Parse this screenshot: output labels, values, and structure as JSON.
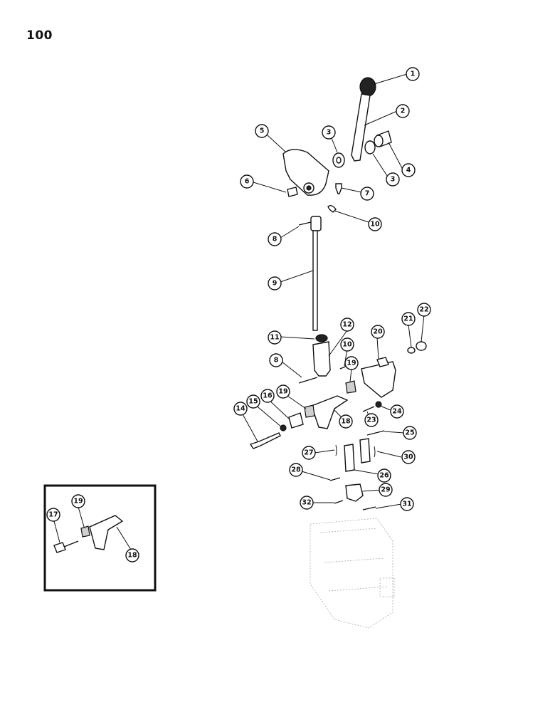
{
  "page": {
    "number": "100"
  },
  "callouts": [
    {
      "id": "c1",
      "label": "1"
    },
    {
      "id": "c2",
      "label": "2"
    },
    {
      "id": "c3a",
      "label": "3"
    },
    {
      "id": "c3b",
      "label": "3"
    },
    {
      "id": "c4",
      "label": "4"
    },
    {
      "id": "c5",
      "label": "5"
    },
    {
      "id": "c6",
      "label": "6"
    },
    {
      "id": "c7",
      "label": "7"
    },
    {
      "id": "c8a",
      "label": "8"
    },
    {
      "id": "c8b",
      "label": "8"
    },
    {
      "id": "c9",
      "label": "9"
    },
    {
      "id": "c10a",
      "label": "10"
    },
    {
      "id": "c10b",
      "label": "10"
    },
    {
      "id": "c11",
      "label": "11"
    },
    {
      "id": "c12",
      "label": "12"
    },
    {
      "id": "c14",
      "label": "14"
    },
    {
      "id": "c15",
      "label": "15"
    },
    {
      "id": "c16",
      "label": "16"
    },
    {
      "id": "c17",
      "label": "17"
    },
    {
      "id": "c18a",
      "label": "18"
    },
    {
      "id": "c18b",
      "label": "18"
    },
    {
      "id": "c19a",
      "label": "19"
    },
    {
      "id": "c19b",
      "label": "19"
    },
    {
      "id": "c19c",
      "label": "19"
    },
    {
      "id": "c20",
      "label": "20"
    },
    {
      "id": "c21",
      "label": "21"
    },
    {
      "id": "c22",
      "label": "22"
    },
    {
      "id": "c23",
      "label": "23"
    },
    {
      "id": "c24",
      "label": "24"
    },
    {
      "id": "c25",
      "label": "25"
    },
    {
      "id": "c26",
      "label": "26"
    },
    {
      "id": "c27",
      "label": "27"
    },
    {
      "id": "c28",
      "label": "28"
    },
    {
      "id": "c29",
      "label": "29"
    },
    {
      "id": "c30",
      "label": "30"
    },
    {
      "id": "c31",
      "label": "31"
    },
    {
      "id": "c32",
      "label": "32"
    }
  ]
}
